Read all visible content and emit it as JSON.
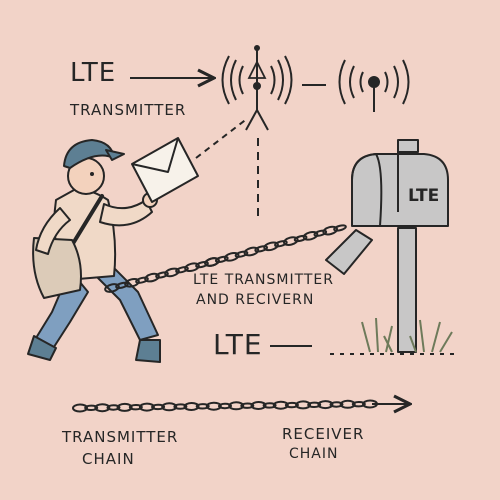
{
  "labels": {
    "lte_top": "LTE",
    "transmitter_top": "TRANSMITTER",
    "chain_line_1": "LTE TRANSMITTER",
    "chain_line_2": "AND RECIVERN",
    "lte_middle": "LTE",
    "transmitter_chain_1": "TRANSMITTER",
    "transmitter_chain_2": "CHAIN",
    "receiver_chain_1": "RECEIVER",
    "receiver_chain_2": "CHAIN",
    "mailbox_label": "LTE"
  },
  "colors": {
    "background": "#f2d3c8",
    "ink": "#262626",
    "cap_blue": "#5d7f93",
    "jeans_blue": "#7f9fc0",
    "shirt": "#f0d9c7",
    "bag": "#dccbb8",
    "skin": "#f3d2bd",
    "mailbox_gray": "#c8c7c7",
    "grass": "#6e7a5a"
  },
  "icons": [
    "mail-carrier-figure",
    "envelope-icon",
    "antenna-tower-icon",
    "signal-waves-icon",
    "mailbox-icon",
    "chain-links",
    "grass-tuft"
  ]
}
